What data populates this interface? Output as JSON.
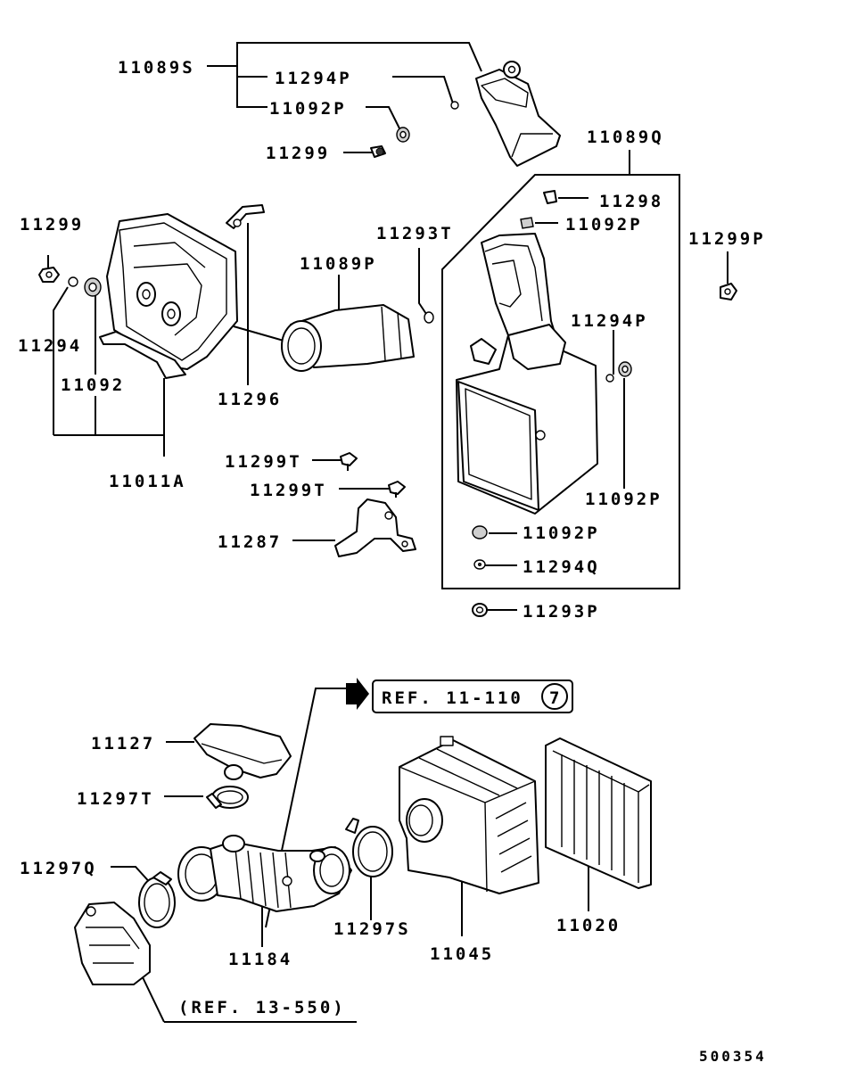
{
  "labels": {
    "l_11089S": "11089S",
    "l_11294P_top": "11294P",
    "l_11092P_top": "11092P",
    "l_11299_top": "11299",
    "l_11089Q": "11089Q",
    "l_11298": "11298",
    "l_11092P_box1": "11092P",
    "l_11299P": "11299P",
    "l_11293T": "11293T",
    "l_11299_left": "11299",
    "l_11089P": "11089P",
    "l_11294_left": "11294",
    "l_11092_left": "11092",
    "l_11296": "11296",
    "l_11294P_box": "11294P",
    "l_11092P_box2": "11092P",
    "l_11011A": "11011A",
    "l_11299T_1": "11299T",
    "l_11299T_2": "11299T",
    "l_11287": "11287",
    "l_11092P_box3": "11092P",
    "l_11294Q": "11294Q",
    "l_11293P": "11293P",
    "l_11127": "11127",
    "l_11297T": "11297T",
    "l_11297Q": "11297Q",
    "l_11184": "11184",
    "l_11297S": "11297S",
    "l_11045": "11045",
    "l_11020": "11020",
    "ref_top_text": "REF. 11-110",
    "ref_top_circle": "7",
    "ref_bottom": "(REF. 13-550)",
    "doc_number": "500354"
  }
}
